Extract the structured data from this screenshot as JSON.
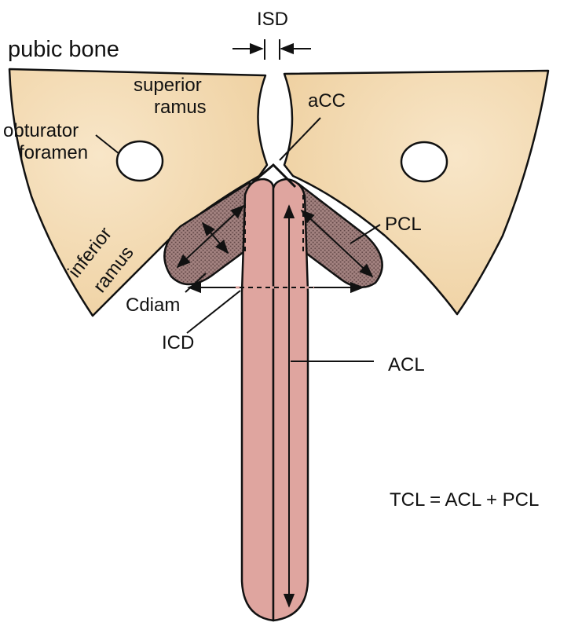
{
  "labels": {
    "pubic_bone": "pubic bone",
    "isd": "ISD",
    "superior": "superior",
    "ramus_top": "ramus",
    "acc": "aCC",
    "obturator": "obturator",
    "foramen": "foramen",
    "pcl": "PCL",
    "inferior": "inferior",
    "ramus_bottom": "ramus",
    "cdiam": "Cdiam",
    "icd": "ICD",
    "acl": "ACL",
    "formula": "TCL = ACL + PCL"
  },
  "colors": {
    "bone": "#f6ddb8",
    "crus": "#dfa59f",
    "crus_shade": "#8a6a6a",
    "outline": "#111111"
  }
}
